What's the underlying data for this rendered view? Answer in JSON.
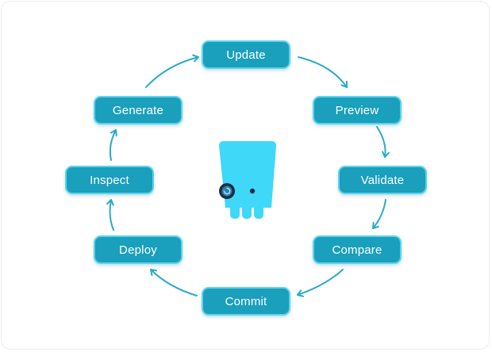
{
  "diagram": {
    "steps": [
      {
        "id": "update",
        "label": "Update"
      },
      {
        "id": "preview",
        "label": "Preview"
      },
      {
        "id": "validate",
        "label": "Validate"
      },
      {
        "id": "compare",
        "label": "Compare"
      },
      {
        "id": "commit",
        "label": "Commit"
      },
      {
        "id": "deploy",
        "label": "Deploy"
      },
      {
        "id": "inspect",
        "label": "Inspect"
      },
      {
        "id": "generate",
        "label": "Generate"
      }
    ],
    "flow": "clockwise",
    "center_icon": "octopus-mascot-icon",
    "colors": {
      "node_fill": "#1a9fbc",
      "node_border": "#5cd4ec",
      "arrow": "#2aaac8",
      "mascot": "#3fd8f8"
    }
  }
}
